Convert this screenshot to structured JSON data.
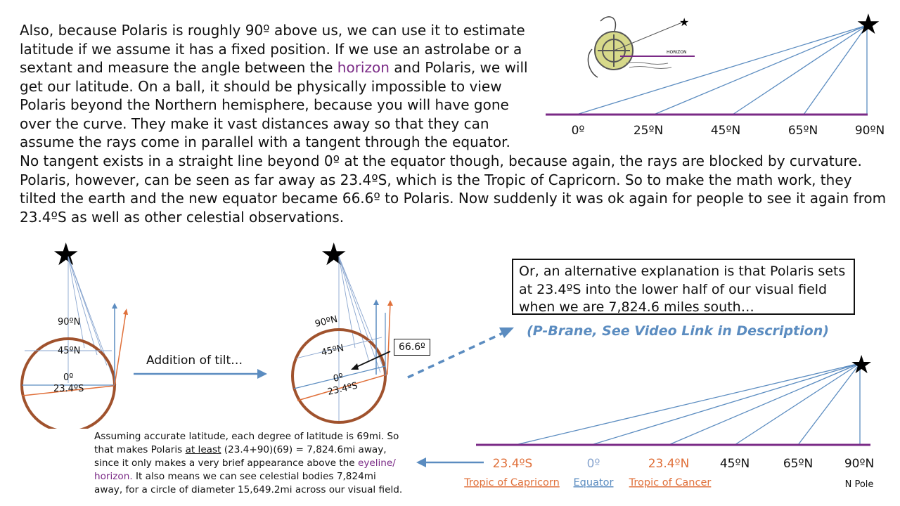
{
  "intro": {
    "line1": "Also, because Polaris is roughly 90º above us, we can use it to estimate",
    "line2": "latitude if we assume it has a fixed position.  If we use an astrolabe or a",
    "line3a": "sextant and measure the angle between the ",
    "line3b": "horizon",
    "line3c": " and Polaris, we will",
    "line4": "get our latitude.  On a ball, it should be physically impossible to view",
    "line5": "Polaris beyond the Northern hemisphere, because you will have gone",
    "line6": "over the curve.    They make it vast distances away so that they can",
    "line7": "assume the rays come in parallel with a tangent through the equator."
  },
  "body_text": "No tangent exists in a straight line beyond 0º at the equator though, because again, the rays are blocked by curvature.  Polaris, however, can be seen as far away as 23.4ºS, which is the Tropic of Capricorn.  So to make the math work, they tilted the earth and the new equator became 66.6º to Polaris.  Now suddenly it was ok again for people to see it again from 23.4ºS as well as other celestial observations.",
  "top_diagram": {
    "astrolabe_label": "HORIZON",
    "labels": [
      "0º",
      "25ºN",
      "45ºN",
      "65ºN",
      "90ºN"
    ]
  },
  "globe1": {
    "labels": {
      "n90": "90ºN",
      "n45": "45ºN",
      "eq": "0º",
      "s23": "23.4ºS"
    }
  },
  "tilt_label": "Addition of tilt…",
  "globe2": {
    "labels": {
      "n90": "90ºN",
      "n45": "45ºN",
      "eq": "0º",
      "s23": "23.4ºS"
    },
    "angle": "66.6º"
  },
  "alt_box": {
    "line1": "Or, an alternative explanation is that Polaris sets",
    "line2": "at 23.4ºS into the lower half of our visual field",
    "line3": "when we are 7,824.6 miles south…"
  },
  "pbrane": "(P-Brane, See Video Link in Description)",
  "note": {
    "l1": "Assuming accurate latitude, each degree of latitude is 69mi.  So",
    "l2a": "that makes Polaris ",
    "l2b": "at least",
    "l2c": " (23.4+90)(69) = 7,824.6mi away,",
    "l3a": "since it only makes a very brief appearance above the ",
    "l3b": "eyeline/",
    "l4a": "horizon.",
    "l4b": "  It also means we can see celestial bodies 7,824mi",
    "l5": "away, for a circle of diameter 15,649.2mi across our visual field."
  },
  "bottom_diagram": {
    "labels": [
      "23.4ºS",
      "0º",
      "23.4ºN",
      "45ºN",
      "65ºN",
      "90ºN"
    ],
    "sublabels": {
      "capricorn": "Tropic of Capricorn",
      "equator": "Equator",
      "cancer": "Tropic of Cancer",
      "npole": "N Pole"
    }
  },
  "colors": {
    "purple": "#7a2a86",
    "blue": "#5b8cc0",
    "orange": "#e0703a",
    "brown": "#a0522d"
  }
}
